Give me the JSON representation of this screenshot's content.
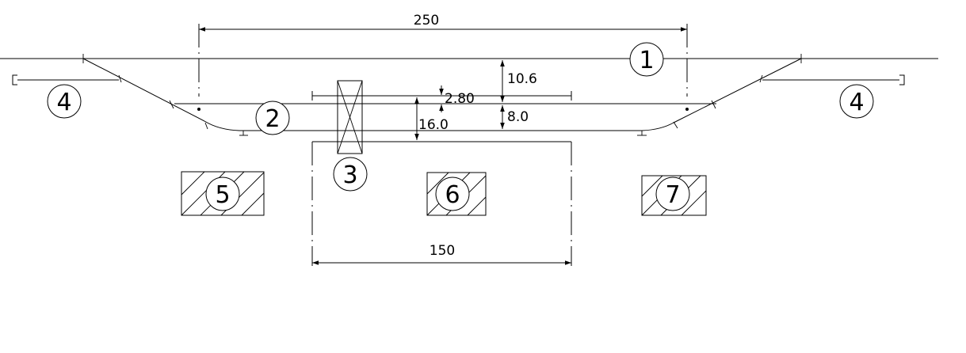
{
  "dimensions": {
    "top_length": "250",
    "bottom_length": "150",
    "main_to_platform": "10.6",
    "platform_width": "2.80",
    "track_spacing": "8.0",
    "total_spacing": "16.0"
  },
  "markers": {
    "m1": "1",
    "m2": "2",
    "m3": "3",
    "m4_left": "4",
    "m4_right": "4",
    "m5": "5",
    "m6": "6",
    "m7": "7"
  }
}
